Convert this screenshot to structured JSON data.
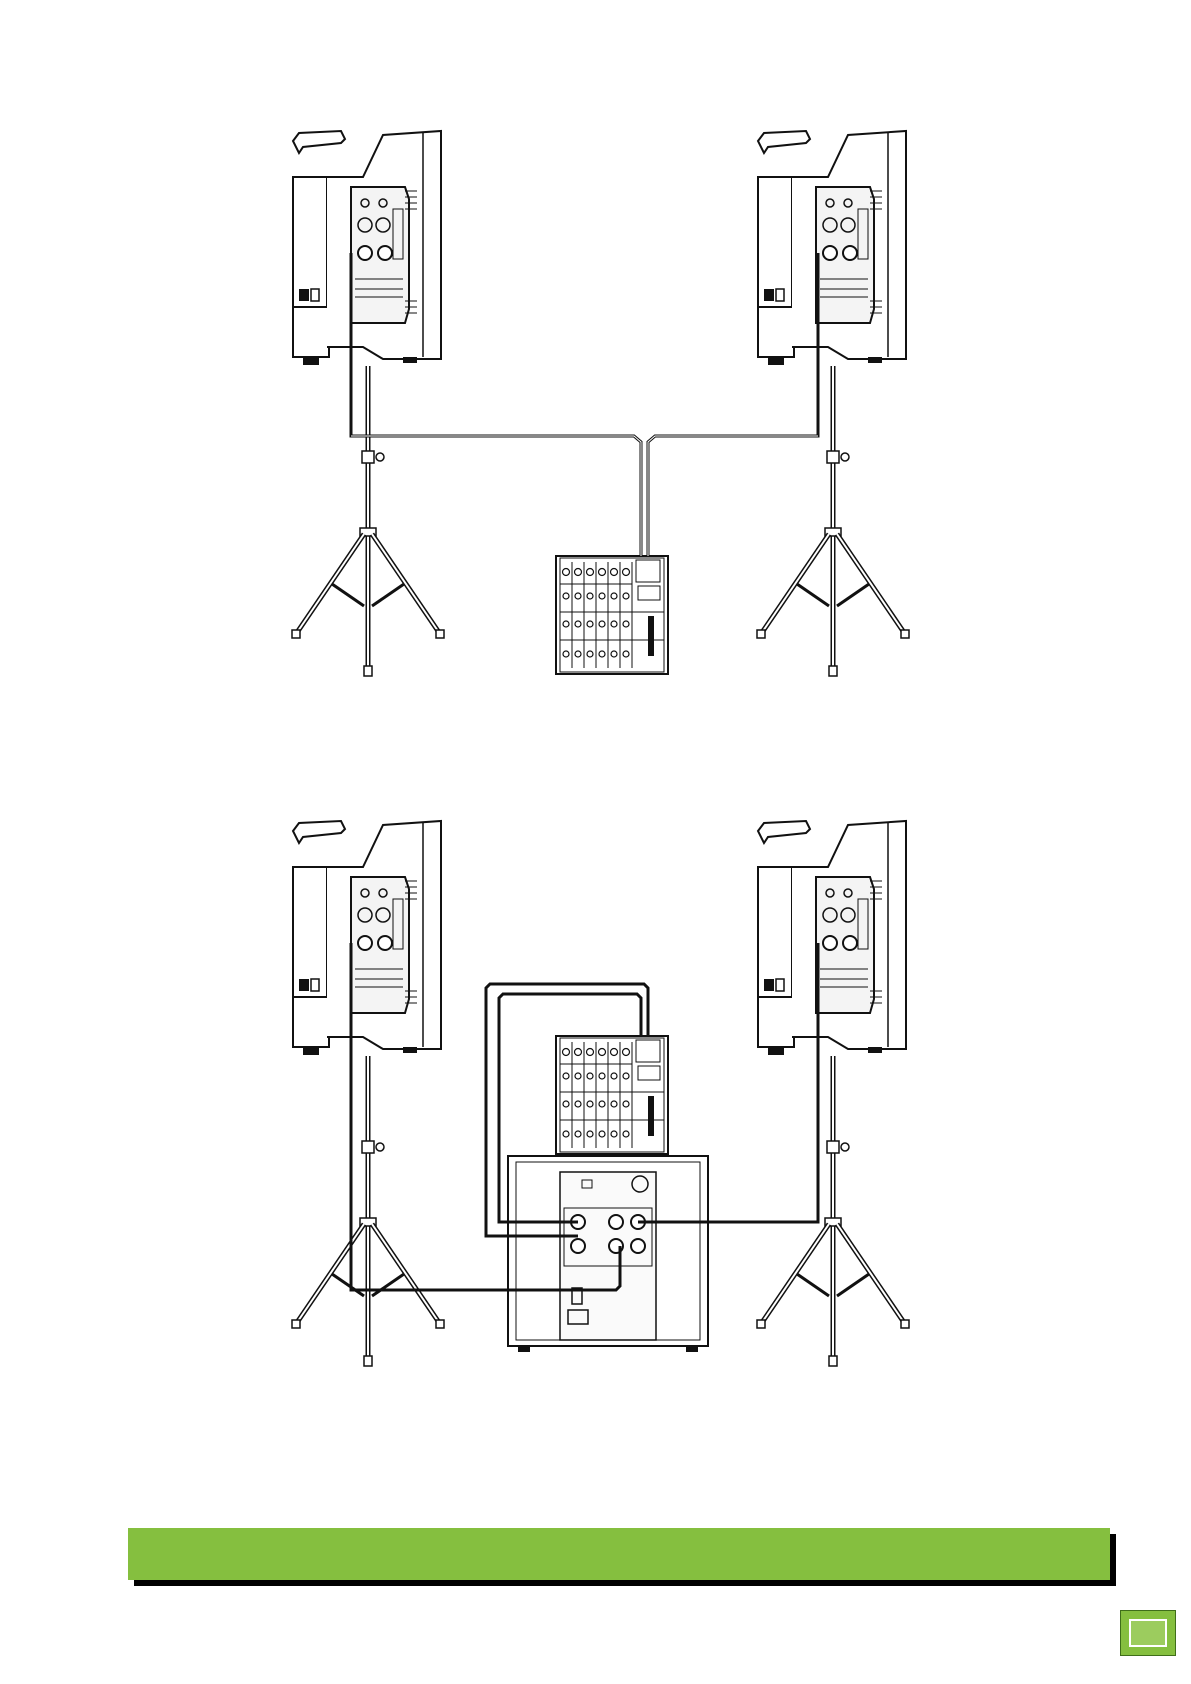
{
  "diagram": {
    "setups": [
      {
        "id": "setup-1",
        "components": [
          "left-speaker",
          "right-speaker",
          "mixer"
        ]
      },
      {
        "id": "setup-2",
        "components": [
          "left-speaker",
          "right-speaker",
          "mixer",
          "subwoofer"
        ]
      }
    ],
    "colors": {
      "line": "#1a1a1a",
      "accent": "#85bf3f",
      "background": "#ffffff"
    }
  },
  "footer": {
    "bar_color": "#85bf3f",
    "page_tab_icon": "page-tab-icon"
  }
}
